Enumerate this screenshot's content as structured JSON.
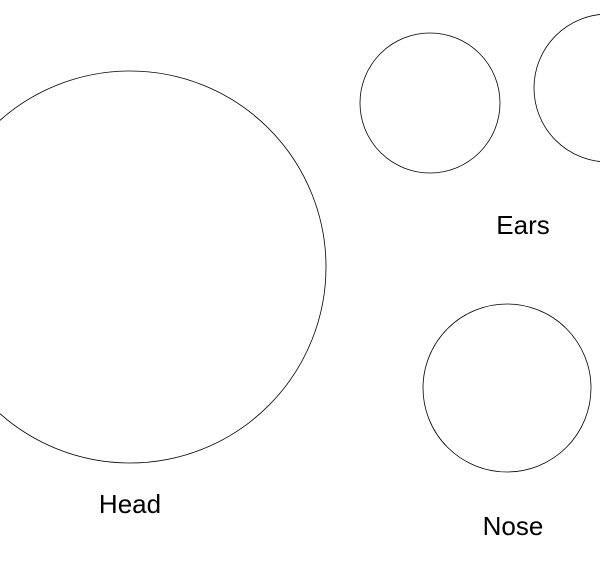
{
  "labels": {
    "head": "Head",
    "ears": "Ears",
    "nose": "Nose"
  },
  "colors": {
    "background": "#ffffff",
    "stroke": "#000000",
    "text": "#000000"
  }
}
